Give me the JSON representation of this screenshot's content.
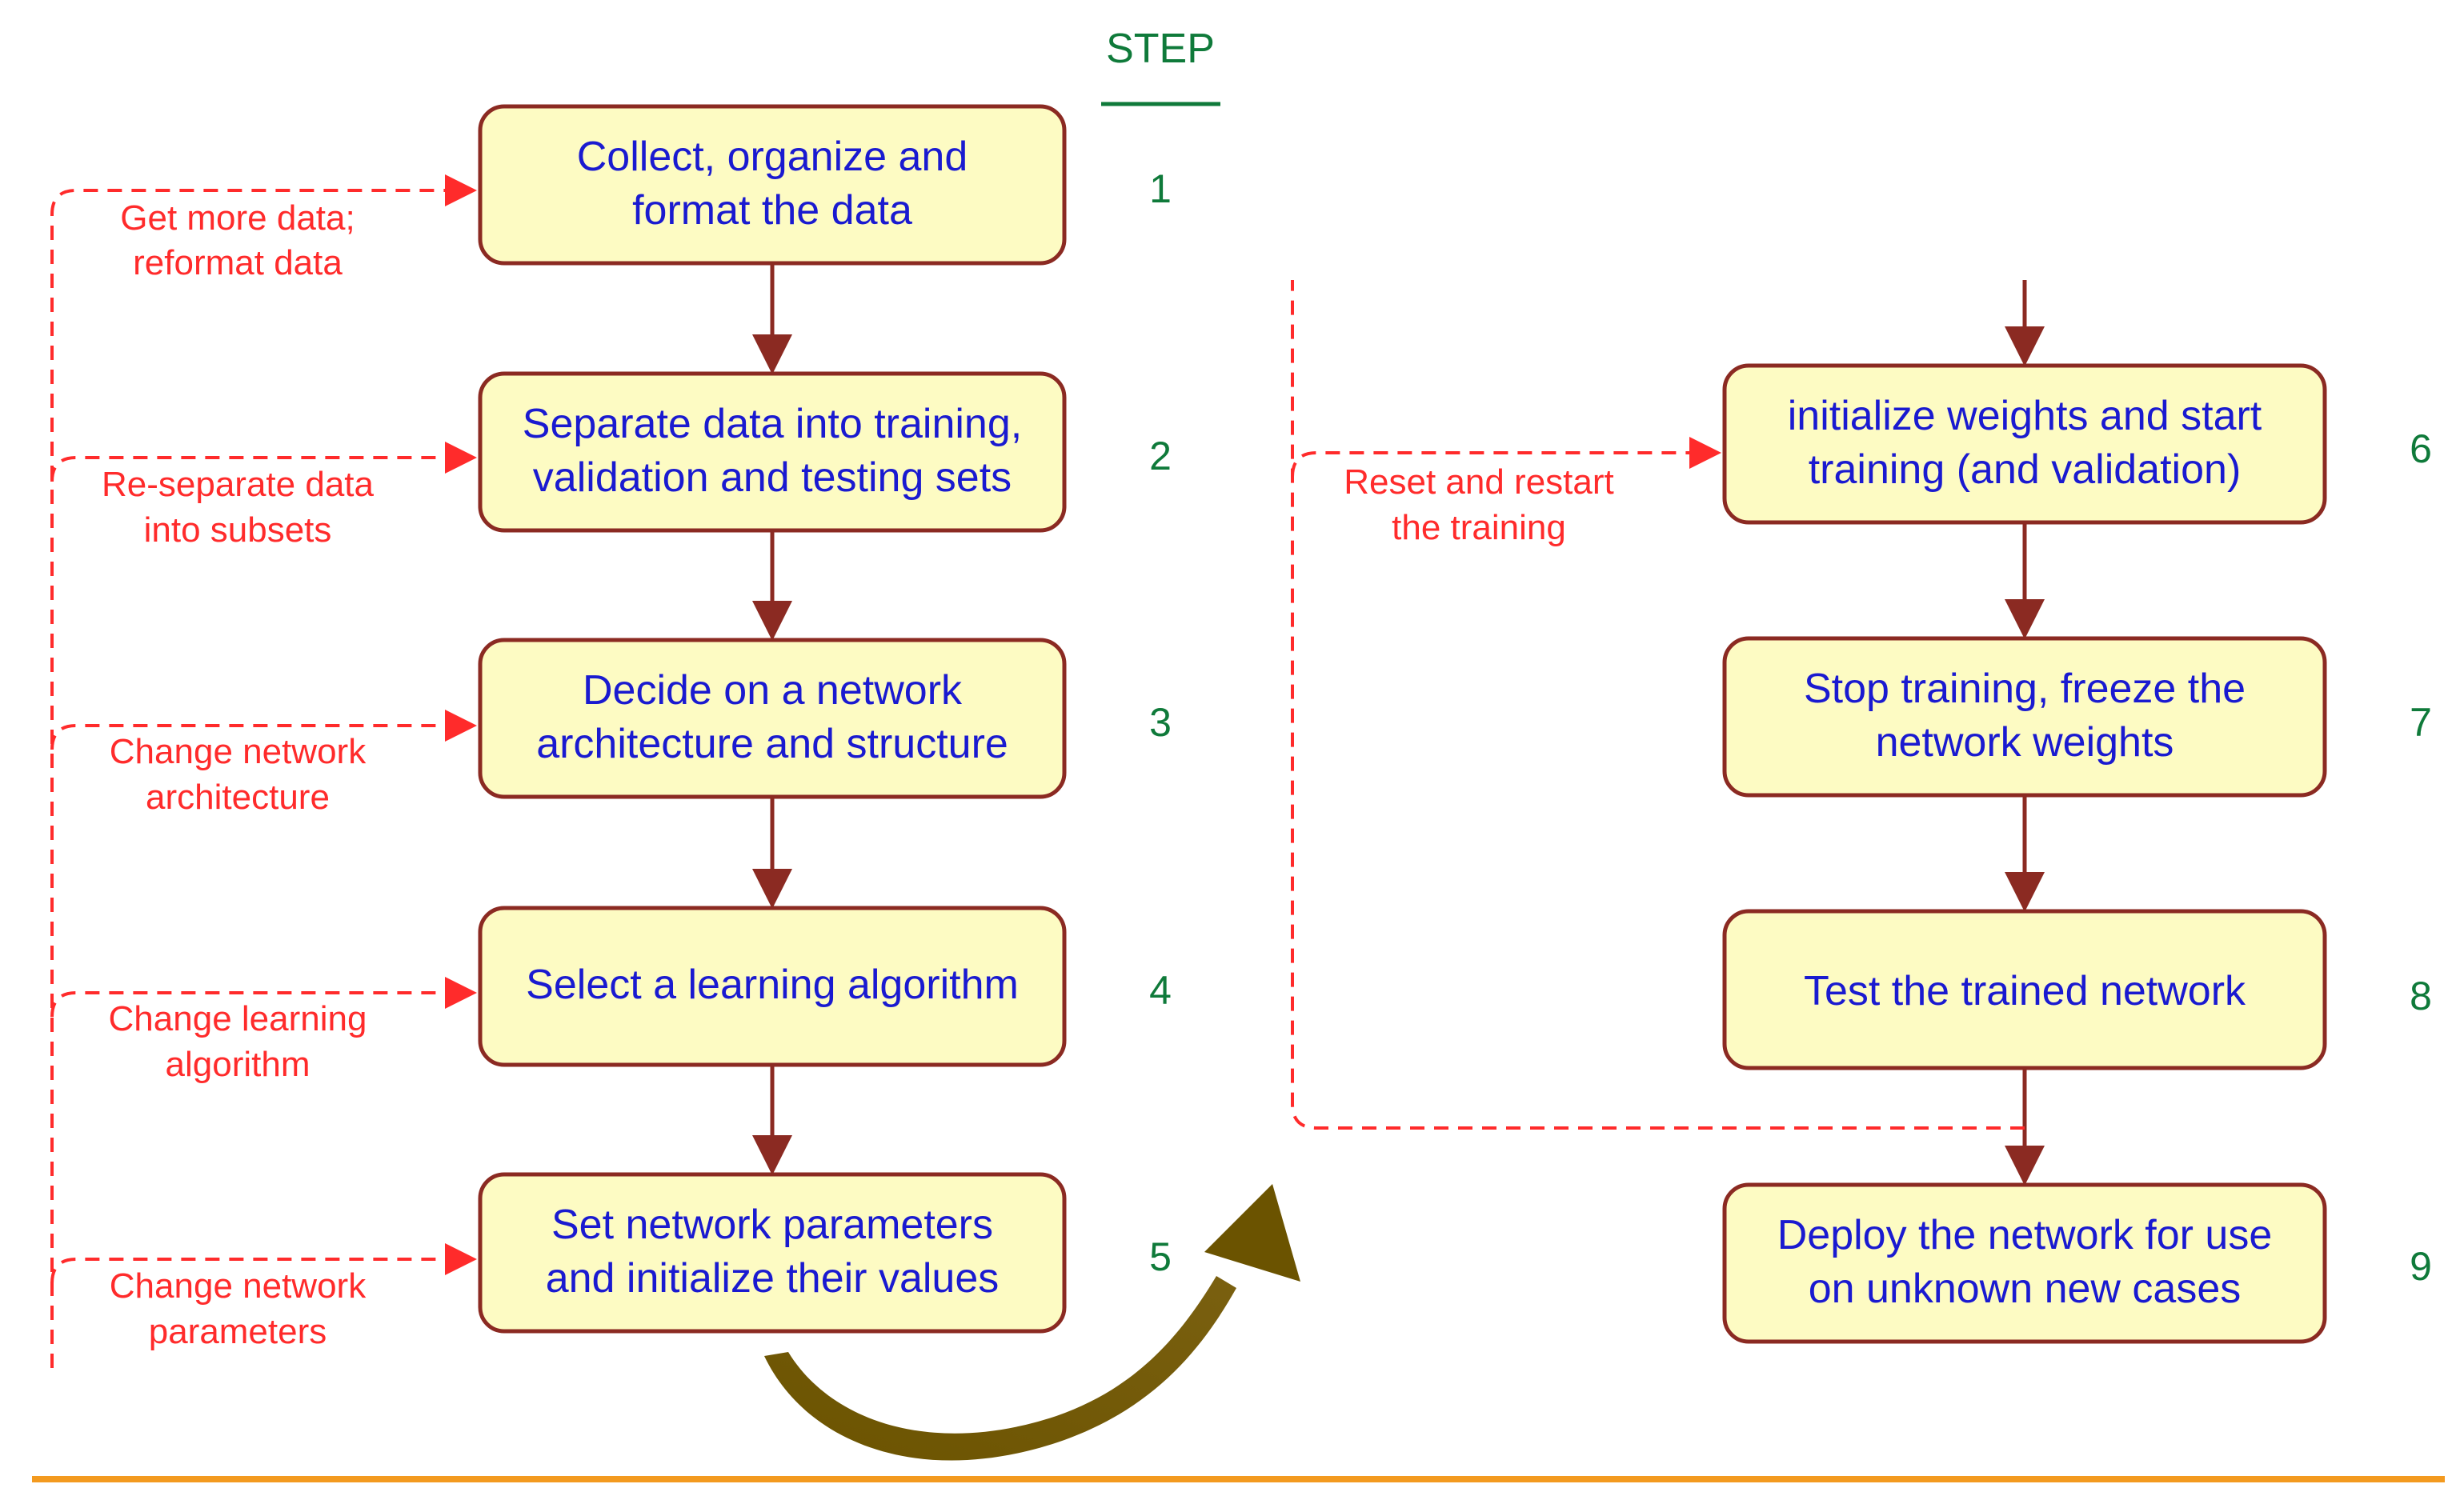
{
  "header": {
    "step_label": "STEP"
  },
  "steps": [
    {
      "number": "1",
      "lines": [
        "Collect, organize and",
        "format the data"
      ]
    },
    {
      "number": "2",
      "lines": [
        "Separate data into training,",
        "validation and testing sets"
      ]
    },
    {
      "number": "3",
      "lines": [
        "Decide on a network",
        "architecture and structure"
      ]
    },
    {
      "number": "4",
      "lines": [
        "Select a learning algorithm"
      ]
    },
    {
      "number": "5",
      "lines": [
        "Set network parameters",
        "and initialize their values"
      ]
    },
    {
      "number": "6",
      "lines": [
        "initialize weights and start",
        "training (and validation)"
      ]
    },
    {
      "number": "7",
      "lines": [
        "Stop training, freeze the",
        "network weights"
      ]
    },
    {
      "number": "8",
      "lines": [
        "Test the trained network"
      ]
    },
    {
      "number": "9",
      "lines": [
        "Deploy the network for use",
        "on unknown new cases"
      ]
    }
  ],
  "feedback_labels": [
    {
      "target_step": "1",
      "lines": [
        "Get more data;",
        "reformat data"
      ]
    },
    {
      "target_step": "2",
      "lines": [
        "Re-separate data",
        "into subsets"
      ]
    },
    {
      "target_step": "3",
      "lines": [
        "Change network",
        "architecture"
      ]
    },
    {
      "target_step": "4",
      "lines": [
        "Change learning",
        "algorithm"
      ]
    },
    {
      "target_step": "5",
      "lines": [
        "Change network",
        "parameters"
      ]
    },
    {
      "target_step": "6",
      "lines": [
        "Reset and restart",
        "the training"
      ]
    }
  ],
  "colors": {
    "box_fill": "#fdfbc3",
    "box_stroke": "#8b2a22",
    "box_text": "#1a1ad0",
    "step_number": "#0f7a3a",
    "feedback": "#ff2b2b",
    "flow_arrow": "#8b2a22",
    "transition_arrow": "#6b5300",
    "footer_rule": "#f39a1f"
  }
}
